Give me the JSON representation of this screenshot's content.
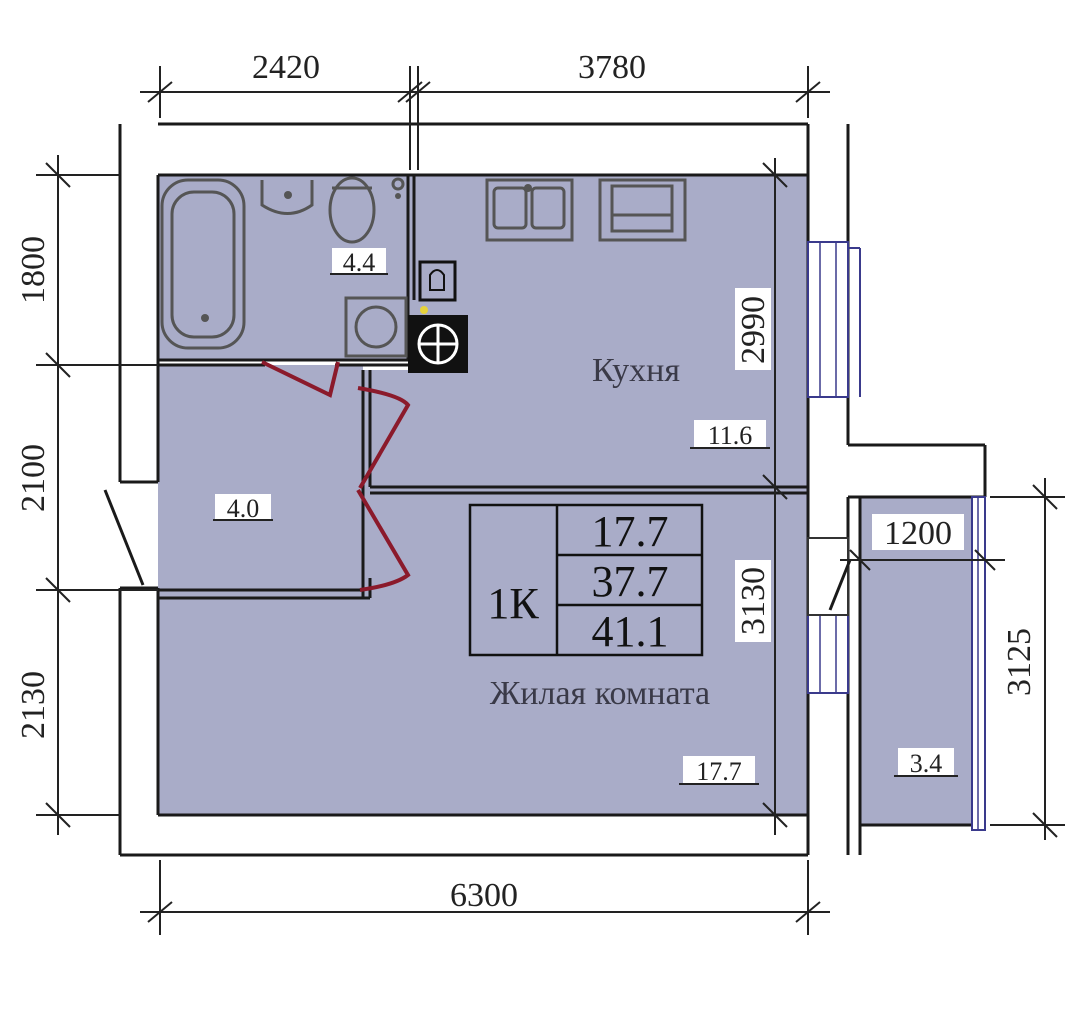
{
  "layout_type": "floor_plan",
  "colors": {
    "floor": "#a9acc8",
    "wall": "#1a1a1a",
    "door": "#8b1a2b",
    "fixture": "#555555",
    "window": "#3a3a8c"
  },
  "dimensions": {
    "top_left": "2420",
    "top_right": "3780",
    "bottom": "6300",
    "left_top": "1800",
    "left_mid": "2100",
    "left_bottom": "2130",
    "kitchen_height": "2990",
    "living_height": "3130",
    "balcony_width": "1200",
    "balcony_height": "3125"
  },
  "rooms": {
    "bathroom": {
      "area": "4.4"
    },
    "hall": {
      "area": "4.0"
    },
    "kitchen": {
      "name": "Кухня",
      "area": "11.6"
    },
    "living": {
      "name": "Жилая комната",
      "area": "17.7"
    },
    "balcony": {
      "area": "3.4"
    }
  },
  "summary": {
    "type": "1К",
    "living_area": "17.7",
    "total_area": "37.7",
    "total_with_balcony": "41.1"
  },
  "icons": [
    "bathtub-icon",
    "washbasin-icon",
    "toilet-icon",
    "washing-machine-icon",
    "kitchen-sink-icon",
    "stove-icon",
    "boiler-icon",
    "gas-meter-icon"
  ]
}
